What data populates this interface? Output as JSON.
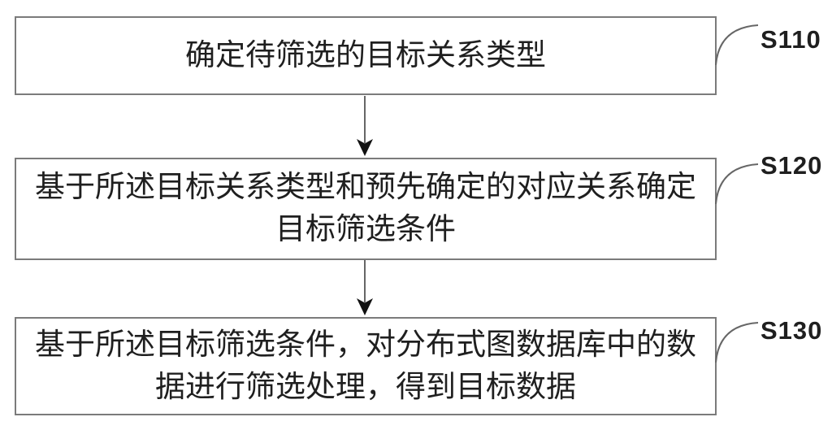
{
  "figure": {
    "kind": "flowchart",
    "boxes": [
      {
        "step": "S110",
        "lines": [
          "确定待筛选的目标关系类型"
        ]
      },
      {
        "step": "S120",
        "lines": [
          "基于所述目标关系类型和预先确定的对应关系确定",
          "目标筛选条件"
        ]
      },
      {
        "step": "S130",
        "lines": [
          "基于所述目标筛选条件，对分布式图数据库中的数",
          "据进行筛选处理，得到目标数据"
        ]
      }
    ],
    "connectors": [
      {
        "from": "S110",
        "to": "S120"
      },
      {
        "from": "S120",
        "to": "S130"
      }
    ],
    "colors": {
      "background": "#ffffff",
      "box_border": "#7b7b7b",
      "text": "#1f1f1f",
      "connector": "#666666",
      "arrowhead": "#111111"
    }
  }
}
